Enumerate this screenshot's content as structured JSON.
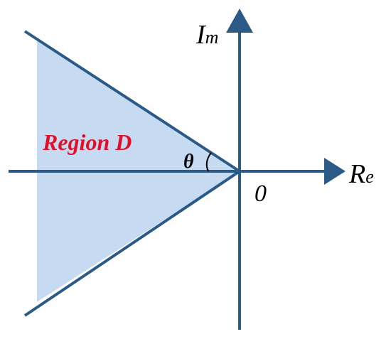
{
  "diagram": {
    "region_label": "Region D",
    "angle_label": "θ",
    "origin_label": "0",
    "real_axis": {
      "main": "R",
      "sub": "e"
    },
    "imag_axis": {
      "main": "I",
      "sub": "m"
    },
    "colors": {
      "axis": "#2b5a86",
      "region_fill": "#c6dbf2",
      "region_label": "#e0102a",
      "text": "#000000"
    }
  }
}
